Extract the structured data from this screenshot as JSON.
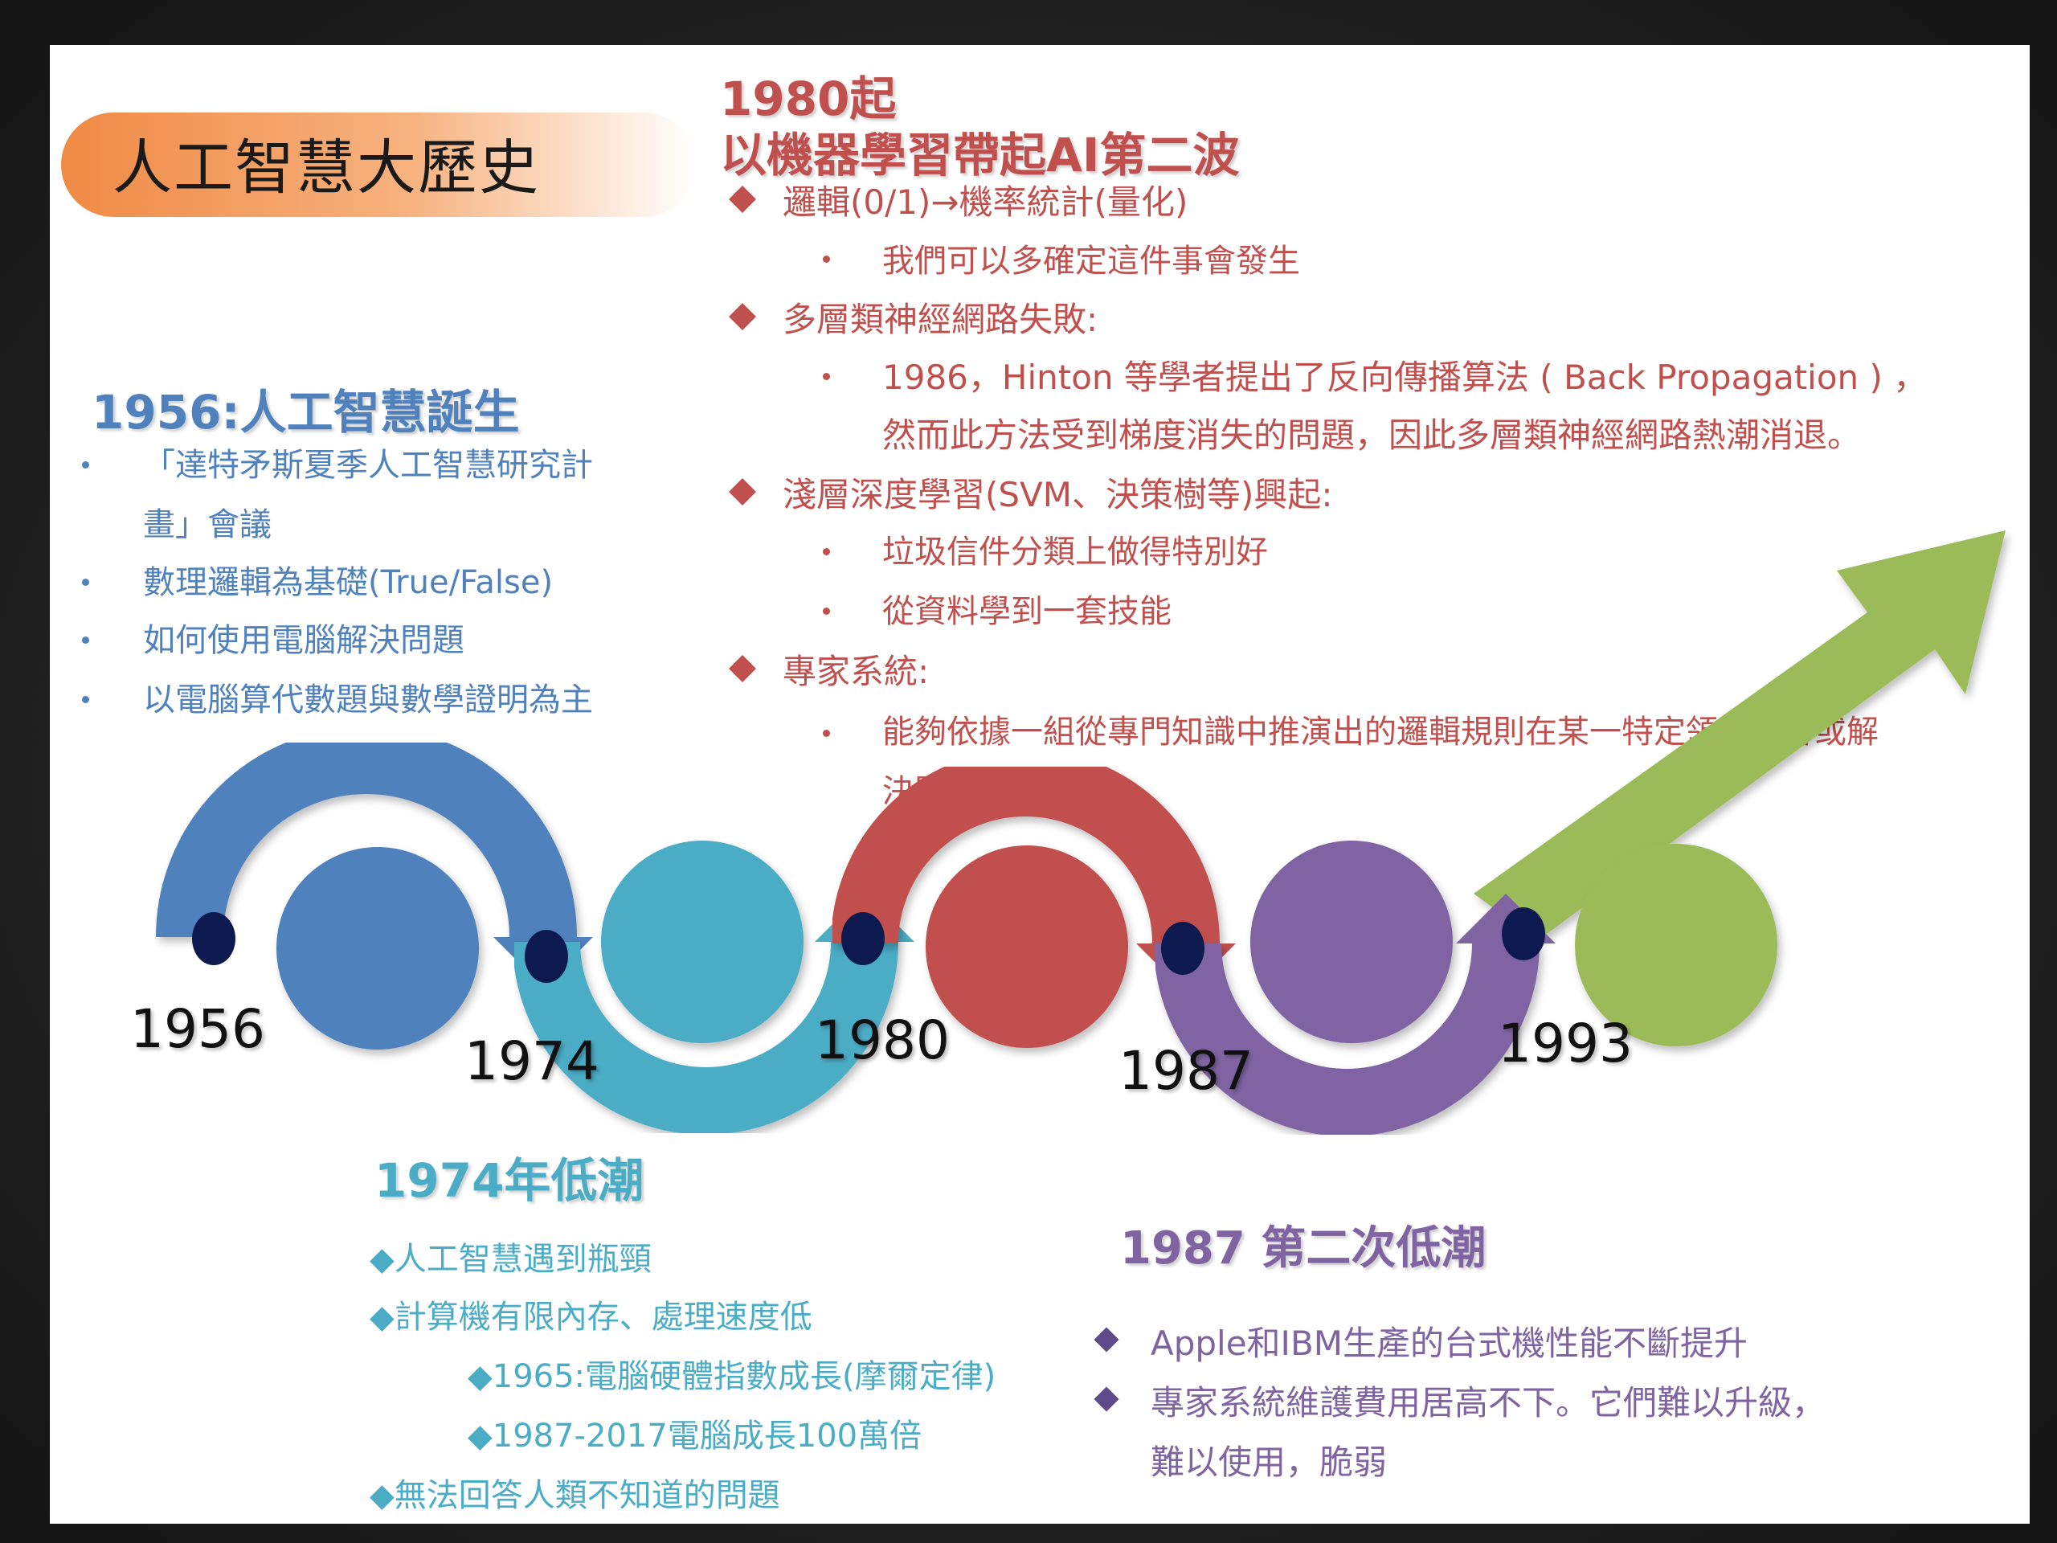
{
  "title": "人工智慧大歷史",
  "era_1980": {
    "heading_line1": "1980起",
    "heading_line2": "以機器學習帶起AI第二波",
    "items": [
      "邏輯(0/1)→機率統計(量化)",
      "我們可以多確定這件事會發生",
      "多層類神經網路失敗:",
      "1986，Hinton 等學者提出了反向傳播算法 ( Back  Propagation ) ，",
      "然而此方法受到梯度消失的問題，因此多層類神經網路熱潮消退。",
      "淺層深度學習(SVM、決策樹等)興起:",
      "垃圾信件分類上做得特別好",
      "從資料學到一套技能",
      "專家系統:",
      "能夠依據一組從專門知識中推演出的邏輯規則在某一特定領域回答或解",
      "決問"
    ]
  },
  "era_1956": {
    "heading": "1956:人工智慧誕生",
    "items": [
      "「達特矛斯夏季人工智慧研究計",
      "畫」會議",
      "數理邏輯為基礎(True/False)",
      "如何使用電腦解決問題",
      "以電腦算代數題與數學證明為主"
    ]
  },
  "era_1974": {
    "heading": "1974年低潮",
    "items": [
      "◆人工智慧遇到瓶頸",
      "◆計算機有限內存、處理速度低",
      "◆1965:電腦硬體指數成長(摩爾定律)",
      "◆1987-2017電腦成長100萬倍",
      "◆無法回答人類不知道的問題"
    ]
  },
  "era_1987": {
    "heading": "1987 第二次低潮",
    "items": [
      "Apple和IBM生產的台式機性能不斷提升",
      "專家系統維護費用居高不下。它們難以升級，",
      "難以使用，脆弱"
    ]
  },
  "timeline": {
    "years": [
      "1956",
      "1974",
      "1980",
      "1987",
      "1993"
    ]
  },
  "colors": {
    "blue": "#4f81bd",
    "teal": "#4bacc6",
    "red": "#c0504d",
    "purple": "#8064a2",
    "green": "#9bbb59",
    "navy_dot": "#0d1a4f",
    "orange": "#f08a45"
  }
}
